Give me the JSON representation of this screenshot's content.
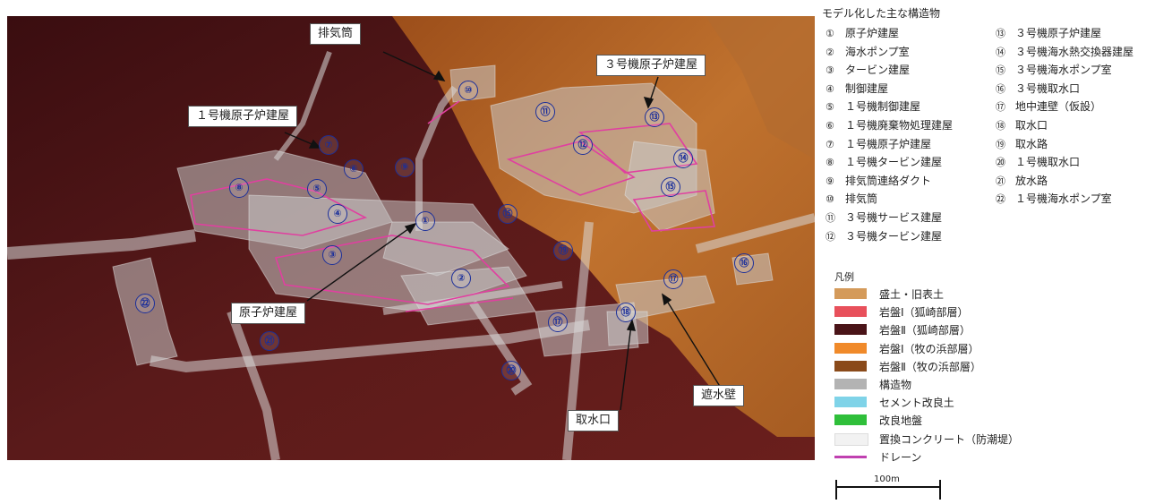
{
  "callouts": {
    "exhaust_stack": "排気筒",
    "unit3_reactor": "３号機原子炉建屋",
    "unit1_reactor": "１号機原子炉建屋",
    "reactor": "原子炉建屋",
    "water_intake": "取水口",
    "seepage_wall": "遮水壁"
  },
  "markers": [
    "①",
    "②",
    "③",
    "④",
    "⑤",
    "⑥",
    "⑦",
    "⑧",
    "⑨",
    "⑩",
    "⑪",
    "⑫",
    "⑬",
    "⑭",
    "⑮",
    "⑯",
    "⑰",
    "⑱",
    "⑲",
    "⑳",
    "㉑",
    "㉒"
  ],
  "structures": {
    "title": "モデル化した主な構造物",
    "items": [
      {
        "mark": "①",
        "label": "原子炉建屋"
      },
      {
        "mark": "②",
        "label": "海水ポンプ室"
      },
      {
        "mark": "③",
        "label": "タービン建屋"
      },
      {
        "mark": "④",
        "label": "制御建屋"
      },
      {
        "mark": "⑤",
        "label": "１号機制御建屋"
      },
      {
        "mark": "⑥",
        "label": "１号機廃棄物処理建屋"
      },
      {
        "mark": "⑦",
        "label": "１号機原子炉建屋"
      },
      {
        "mark": "⑧",
        "label": "１号機タービン建屋"
      },
      {
        "mark": "⑨",
        "label": "排気筒連絡ダクト"
      },
      {
        "mark": "⑩",
        "label": "排気筒"
      },
      {
        "mark": "⑪",
        "label": "３号機サービス建屋"
      },
      {
        "mark": "⑫",
        "label": "３号機タービン建屋"
      },
      {
        "mark": "⑬",
        "label": "３号機原子炉建屋"
      },
      {
        "mark": "⑭",
        "label": "３号機海水熱交換器建屋"
      },
      {
        "mark": "⑮",
        "label": "３号機海水ポンプ室"
      },
      {
        "mark": "⑯",
        "label": "３号機取水口"
      },
      {
        "mark": "⑰",
        "label": "地中連壁（仮設）"
      },
      {
        "mark": "⑱",
        "label": "取水口"
      },
      {
        "mark": "⑲",
        "label": "取水路"
      },
      {
        "mark": "⑳",
        "label": "１号機取水口"
      },
      {
        "mark": "㉑",
        "label": "放水路"
      },
      {
        "mark": "㉒",
        "label": "１号機海水ポンプ室"
      }
    ]
  },
  "key": {
    "title": "凡例",
    "items": [
      {
        "label": "盛土・旧表土",
        "color": "#d49a5a"
      },
      {
        "label": "岩盤Ⅰ（狐崎部層）",
        "color": "#e8505b"
      },
      {
        "label": "岩盤Ⅱ（狐崎部層）",
        "color": "#4a1418"
      },
      {
        "label": "岩盤Ⅰ（牧の浜部層）",
        "color": "#f08a2a"
      },
      {
        "label": "岩盤Ⅱ（牧の浜部層）",
        "color": "#8a4a1a"
      },
      {
        "label": "構造物",
        "color": "#b3b3b3"
      },
      {
        "label": "セメント改良土",
        "color": "#7fd3e8"
      },
      {
        "label": "改良地盤",
        "color": "#2fbf3a"
      },
      {
        "label": "置換コンクリート（防潮堤）",
        "color": "#f2f2f2"
      },
      {
        "label": "ドレーン",
        "color": "#c040b0"
      }
    ]
  },
  "scale_label": "100m"
}
